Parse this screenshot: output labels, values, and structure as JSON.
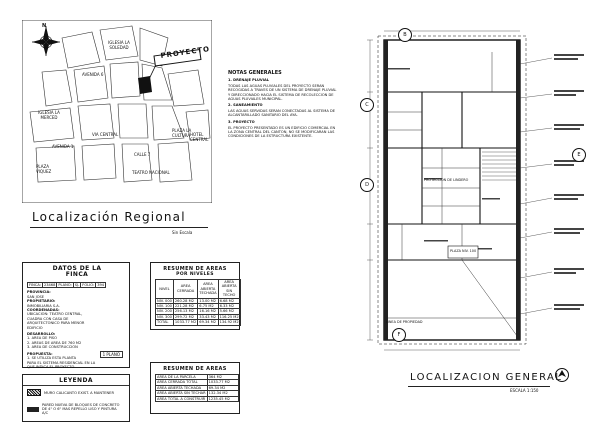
{
  "location_map": {
    "project_label": "PROYECTO",
    "streets": [
      "AVENIDA 6",
      "IGLESIA LA SOLEDAD",
      "IGLESIA LA MERCED",
      "VIA CENTRAL",
      "PLAZA LA CULTURA",
      "HOTEL CENTRAL",
      "PLAZA VIQUEZ",
      "AVENIDA 1",
      "CALLE 7",
      "TEATRO NACIONAL"
    ],
    "compass_label": "N",
    "title": "Localización Regional",
    "scale_note": "Sin Escala"
  },
  "notes": {
    "title": "NOTAS GENERALES",
    "items": [
      "1. DRENAJE PLUVIAL",
      "TODAS LAS AGUAS PLUVIALES DEL PROYECTO SERAN RECOGIDAS A TRAVES DE UN SISTEMA DE DRENAJE PLUVIAL Y DIRECCIONADO HACIA EL SISTEMA DE RECOLECCION DE AGUAS PLUVIALES MUNICIPAL.",
      "2. SANEAMIENTO",
      "LAS AGUAS SERVIDAS SERAN CONECTADAS AL SISTEMA DE ALCANTARILLADO SANITARIO DEL AYA.",
      "3. PROYECTO",
      "EL PROYECTO PRESENTADO ES UN EDIFICIO COMERCIAL EN LA ZONA CENTRAL DEL CANTON, NO SE MODIFICARAN LAS CONDICIONES DE LA ESTRUCTURA EXISTENTE."
    ]
  },
  "finca": {
    "title": "DATOS DE LA FINCA",
    "rows": [
      [
        "FINCA:",
        "23468",
        "PLANO:",
        "SJ-",
        "FOLIO:",
        "394"
      ],
      [
        "PROVINCIA:",
        "SAN JOSE",
        "",
        "",
        "",
        ""
      ],
      [
        "PROPIETARIO:",
        "",
        "",
        "",
        "",
        ""
      ],
      [
        "INMOBILIARIA S.A.",
        "",
        "",
        "",
        "",
        ""
      ],
      [
        "COORDENADAS:",
        "",
        "",
        "",
        "",
        ""
      ]
    ],
    "notes_lines": [
      "UBICACION: TEATRO CENTRAL,",
      "CUADRA CON CASA DE",
      "ARQUITECTONICO PARA MENOR",
      "EDIFICIO"
    ],
    "desarrollo_label": "DESARROLLO:",
    "desarrollo_lines": [
      "1. AREA DE PISO",
      "2. AREAS DE AREA DE 760 M2",
      "3. AREA DE CONSTRUCCION"
    ],
    "propuesta_label": "PROPUESTA:",
    "propuesta_lines": [
      "1. SE UTILIZA ESTA PLANTA",
      "PARA EL SISTEMA RESIDENCIAL EN LA",
      "QUE INDICA EL PROYECTO"
    ],
    "badge": "1 PLANO"
  },
  "legend": {
    "title": "LEYENDA",
    "items": [
      "MURO CALICANTO EXIST. A MANTENER",
      "PARED NUEVA DE BLOQUES DE CONCRETO DE 4\" O 6\" MAS REPELLO LISO Y PINTURA A/C"
    ]
  },
  "areas_by_level": {
    "title": "RESUMEN DE AREAS",
    "subtitle": "POR NIVELES",
    "headers": [
      "NIVEL",
      "AREA CERRADA",
      "AREA ABIERTA TECHADA",
      "AREA ABIERTA SIN TECHO"
    ],
    "rows": [
      [
        "NIV. 000",
        "260.28 M2",
        "13.00 M2",
        "6.68 M2"
      ],
      [
        "NIV. 100",
        "221.28 M2",
        "6.75 M2",
        "6.33 M2"
      ],
      [
        "NIV. 200",
        "256.13 M2",
        "16.16 M2",
        "5.66 M2"
      ],
      [
        "NIV. 300",
        "299.72 M2",
        "33.43 M2",
        "116.25 M2"
      ],
      [
        "TOTAL",
        "1033.77 M2",
        "69.34 M2",
        "134.92 M2"
      ]
    ]
  },
  "areas_summary": {
    "title": "RESUMEN DE AREAS",
    "rows": [
      [
        "AREA DE LA PARCELA",
        "364 M2"
      ],
      [
        "AREA CERRADA TOTAL",
        "1033.77 M2"
      ],
      [
        "AREA ABIERTA TECHADA",
        "69.34 M2"
      ],
      [
        "AREA ABIERTA SIN TECHAR",
        "132.34 M2"
      ],
      [
        "AREA TOTAL A CONSTRUIR",
        "1235.45 M2"
      ]
    ]
  },
  "general_plan": {
    "title": "LOCALIZACION GENERAL",
    "scale_note": "ESCALA 1:150",
    "section_markers": [
      "B",
      "C",
      "D",
      "E",
      "F"
    ],
    "room_labels": [
      "PROTECCION DE LINDERO",
      "PLAZA NIV. 100",
      "LINEA DE PROPIEDAD"
    ]
  }
}
